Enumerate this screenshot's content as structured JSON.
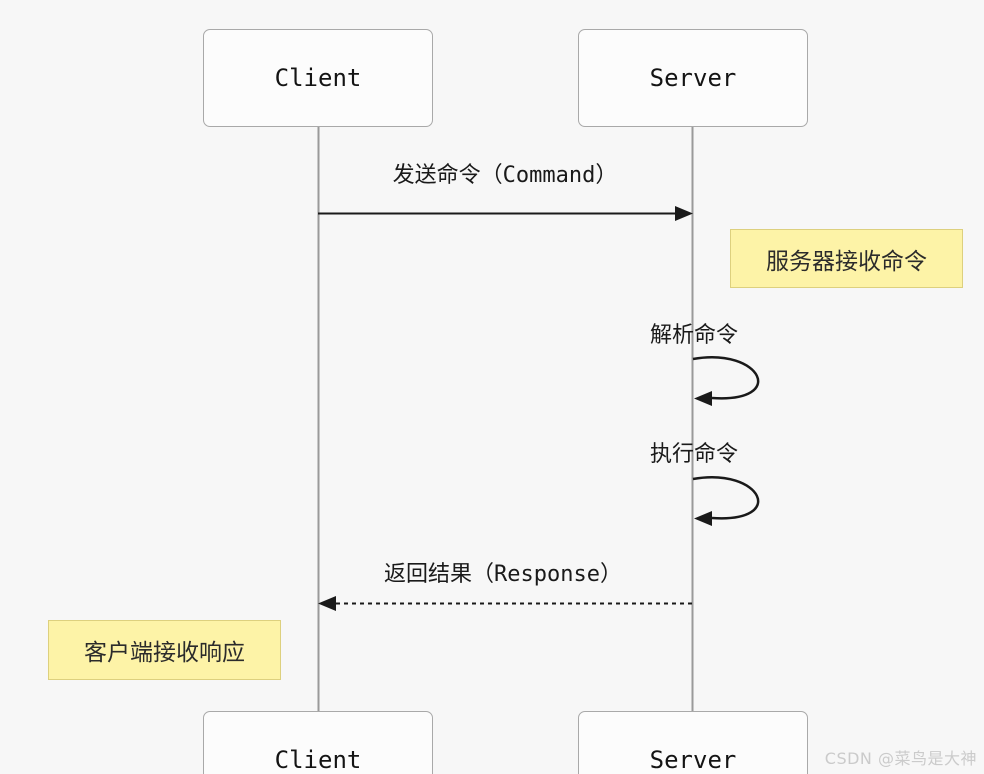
{
  "diagram": {
    "type": "sequence-diagram",
    "actors": {
      "client": "Client",
      "server": "Server"
    },
    "messages": {
      "command": {
        "from": "Client",
        "to": "Server",
        "label": "发送命令（Command）",
        "line_style": "solid"
      },
      "parse": {
        "actor": "Server",
        "label": "解析命令",
        "line_style": "self-loop"
      },
      "execute": {
        "actor": "Server",
        "label": "执行命令",
        "line_style": "self-loop"
      },
      "response": {
        "from": "Server",
        "to": "Client",
        "label": "返回结果（Response）",
        "line_style": "dashed"
      }
    },
    "notes": {
      "server_receive": {
        "position": "right-of-server",
        "label": "服务器接收命令"
      },
      "client_receive": {
        "position": "left-of-client",
        "label": "客户端接收响应"
      }
    }
  },
  "watermark": "CSDN @菜鸟是大神",
  "colors": {
    "background": "#f7f7f7",
    "actor_fill": "#fcfcfc",
    "actor_border": "#a9a9a9",
    "lifeline": "#9a9a9a",
    "arrow": "#1a1a1a",
    "note_fill": "#fdf3a7",
    "note_border": "#ddd07e",
    "text": "#1a1a1a",
    "watermark_text": "#cbcbcb"
  }
}
